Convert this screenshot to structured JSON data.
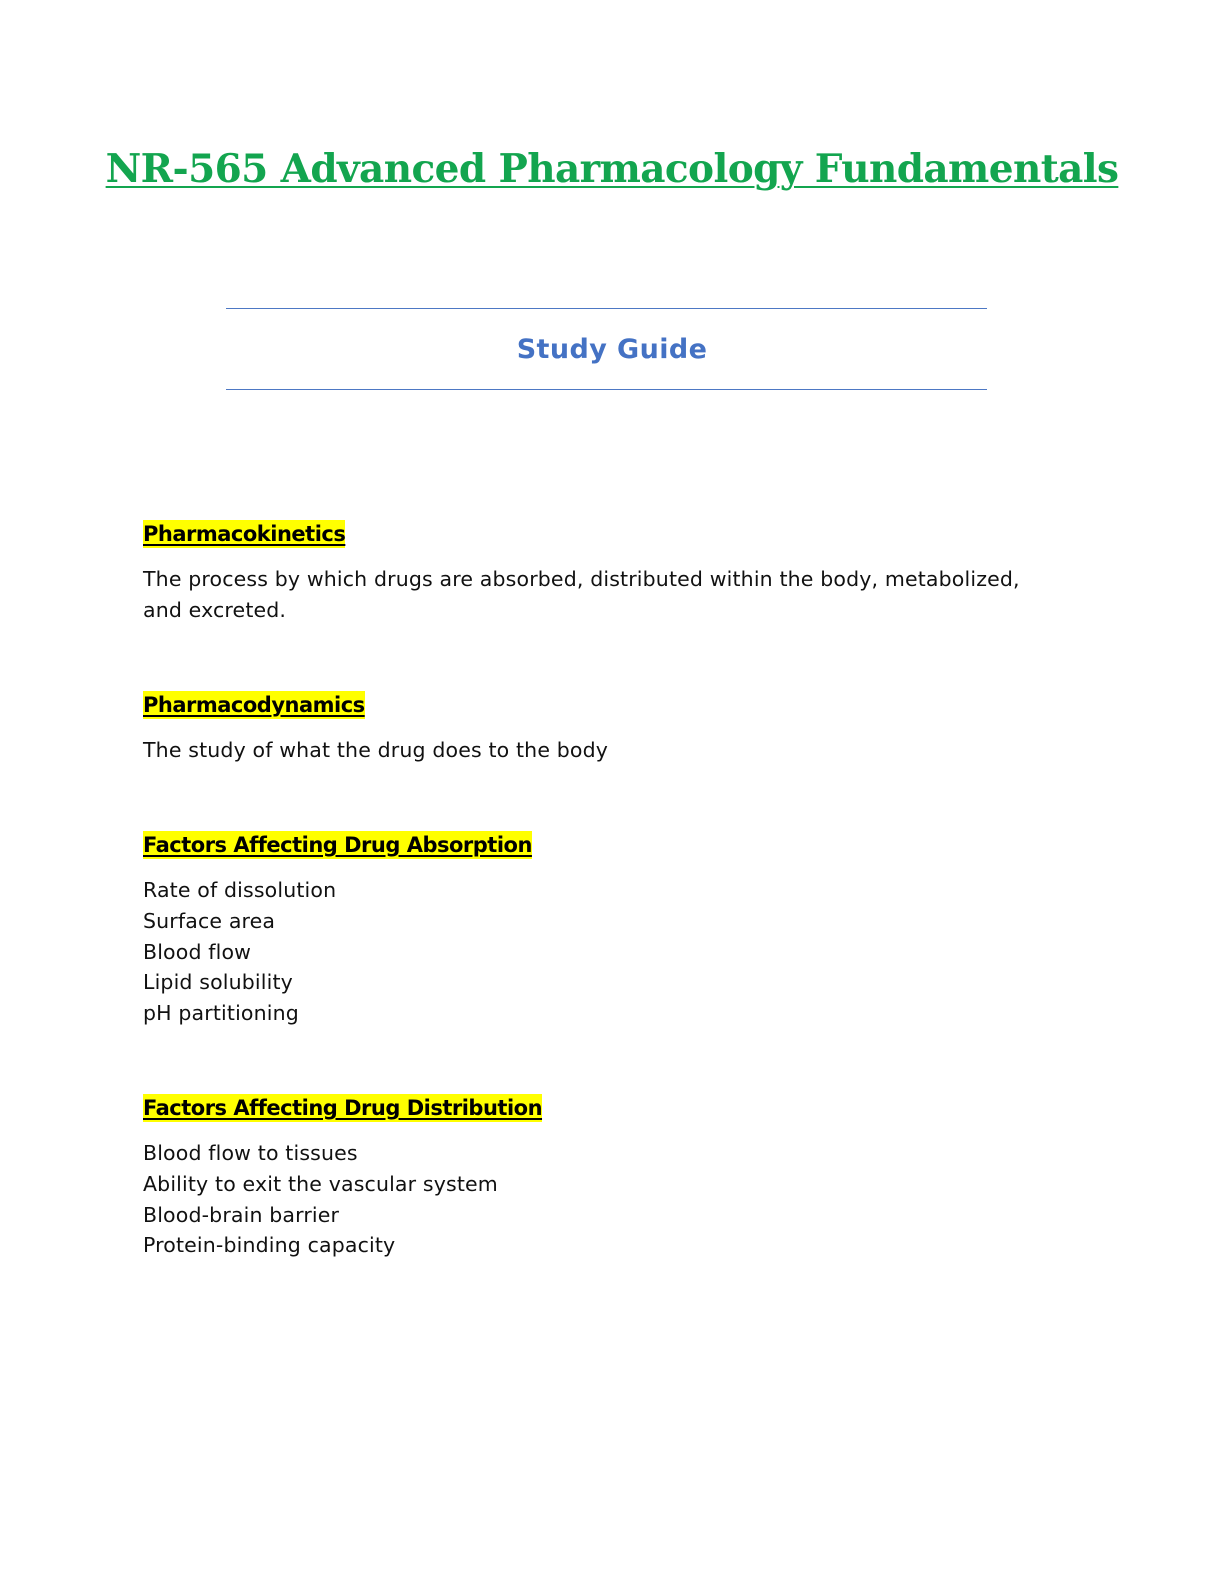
{
  "title": "NR-565 Advanced Pharmacology Fundamentals",
  "subtitle": "Study Guide",
  "sections": [
    {
      "heading": "Pharmacokinetics",
      "text": "The process by which drugs are absorbed, distributed within the body, metabolized, and excreted."
    },
    {
      "heading": "Pharmacodynamics",
      "text": "The study of what the drug does to the body"
    },
    {
      "heading": "Factors Affecting Drug Absorption",
      "items": [
        "Rate of dissolution",
        "Surface area",
        "Blood flow",
        "Lipid solubility",
        "pH partitioning"
      ]
    },
    {
      "heading": "Factors Affecting Drug Distribution",
      "items": [
        "Blood flow to tissues",
        "Ability to exit the vascular system",
        "Blood-brain barrier",
        "Protein-binding capacity"
      ]
    }
  ],
  "colors": {
    "title": "#13a54f",
    "subtitle": "#4472c4",
    "rule": "#4d78c4",
    "highlight": "#ffff00"
  }
}
